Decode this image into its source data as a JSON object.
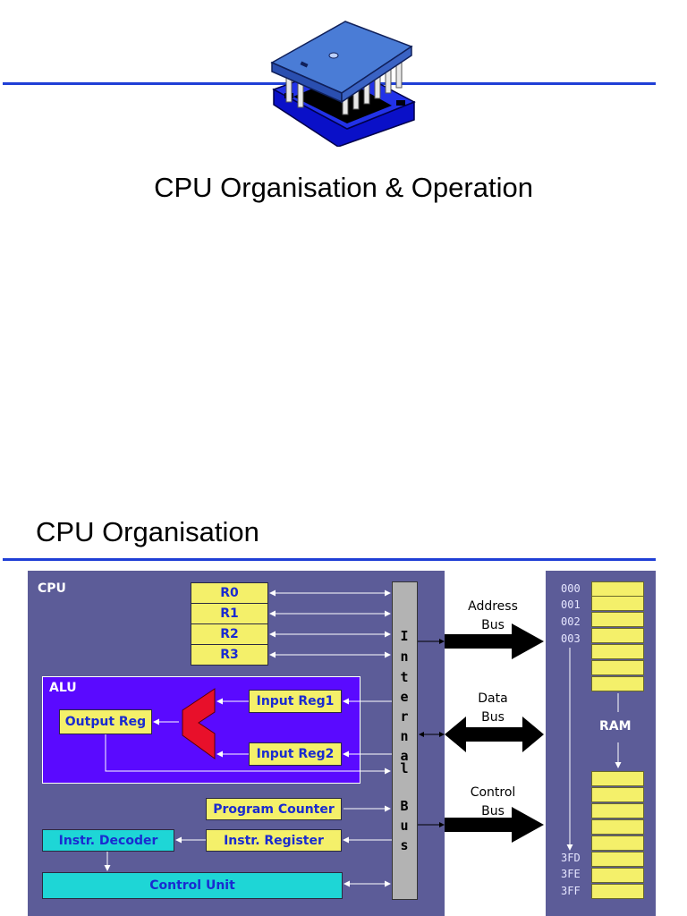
{
  "slide1": {
    "title": "CPU Organisation & Operation"
  },
  "slide2": {
    "title": "CPU Organisation",
    "cpu_label": "CPU",
    "alu_label": "ALU",
    "registers": [
      "R0",
      "R1",
      "R2",
      "R3"
    ],
    "alu_boxes": {
      "input_reg1": "Input Reg1",
      "input_reg2": "Input Reg2",
      "output_reg": "Output Reg"
    },
    "program_counter": "Program Counter",
    "instr_register": "Instr. Register",
    "instr_decoder": "Instr. Decoder",
    "control_unit": "Control Unit",
    "internal_bus_letters": [
      "I",
      "n",
      "t",
      "e",
      "r",
      "n",
      "a",
      "l",
      "",
      "B",
      "u",
      "s"
    ],
    "buses": {
      "address": [
        "Address",
        "Bus"
      ],
      "data": [
        "Data",
        "Bus"
      ],
      "control": [
        "Control",
        "Bus"
      ]
    },
    "ram": {
      "label": "RAM",
      "top_addresses": [
        "000",
        "001",
        "002",
        "003"
      ],
      "bottom_addresses": [
        "3FD",
        "3FE",
        "3FF"
      ]
    }
  },
  "colors": {
    "rule": "#1f3fd6",
    "cpu_panel": "#5c5c98",
    "alu_panel": "#5a0aff",
    "register_fill": "#f4f06a",
    "cyan_fill": "#1ed6d6",
    "alu_shape": "#e8102a"
  },
  "icons": [
    "ic-chip-icon"
  ]
}
